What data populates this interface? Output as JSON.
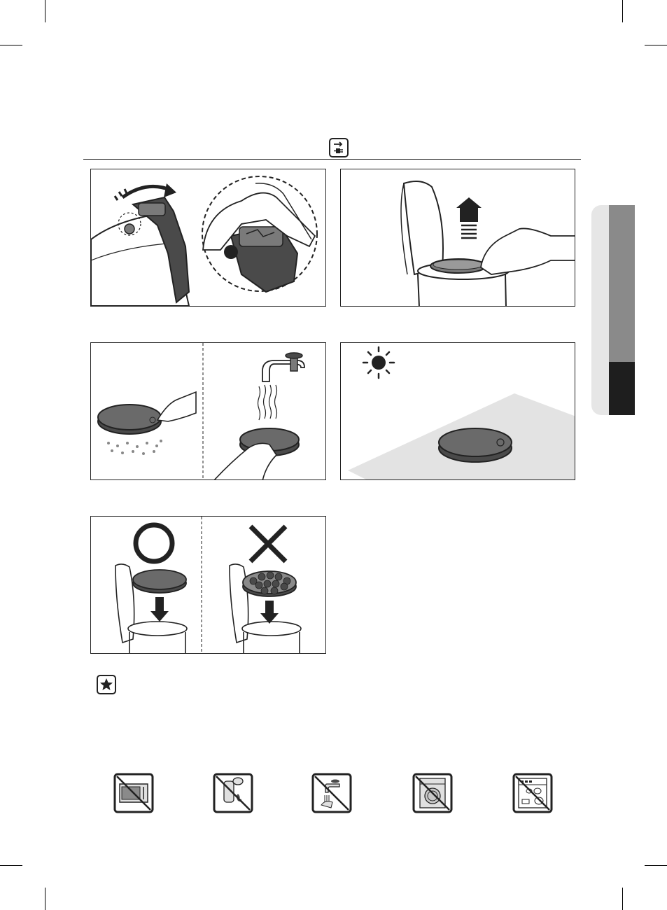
{
  "colors": {
    "line": "#222222",
    "filter_dark": "#4a4a4a",
    "filter_mid": "#7a7a7a",
    "surface_gray": "#e3e3e3",
    "tab_dark": "#1e1e1e",
    "tab_mid": "#8a8a8a"
  },
  "icons": {
    "header": "unplug-icon",
    "note": "star-note-icon",
    "warnings": [
      "no-microwave-icon",
      "no-hairdryer-heat-icon",
      "no-tap-water-icon",
      "no-washing-machine-icon",
      "no-dishwasher-icon"
    ]
  },
  "steps": [
    {
      "id": 1,
      "illustration": "open-handle-and-press-release"
    },
    {
      "id": 2,
      "illustration": "lift-filter-out"
    },
    {
      "id": 3,
      "illustration": "tap-dust-and-rinse-filter"
    },
    {
      "id": 4,
      "illustration": "dry-in-shade"
    },
    {
      "id": 5,
      "illustration": "reinsert-dry-filter-correct-vs-wrong"
    }
  ]
}
